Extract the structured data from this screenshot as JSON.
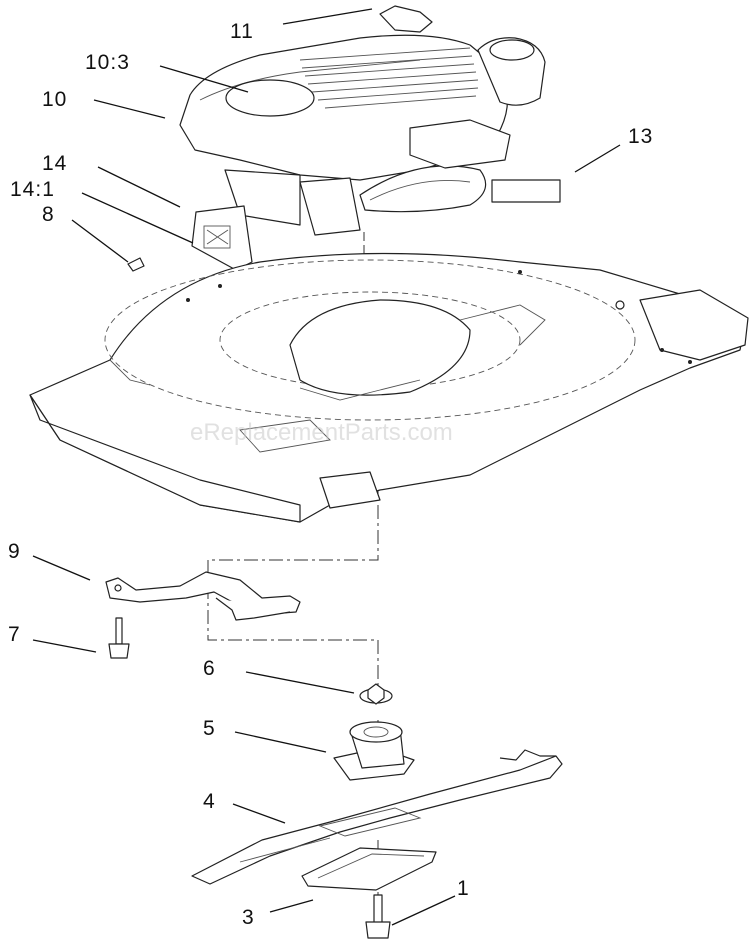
{
  "watermark": "eReplacementParts.com",
  "callouts": {
    "c11": "11",
    "c10_3": "10:3",
    "c10": "10",
    "c14": "14",
    "c14_1": "14:1",
    "c8": "8",
    "c13": "13",
    "c9": "9",
    "c7": "7",
    "c6": "6",
    "c5": "5",
    "c4": "4",
    "c3": "3",
    "c1": "1"
  }
}
